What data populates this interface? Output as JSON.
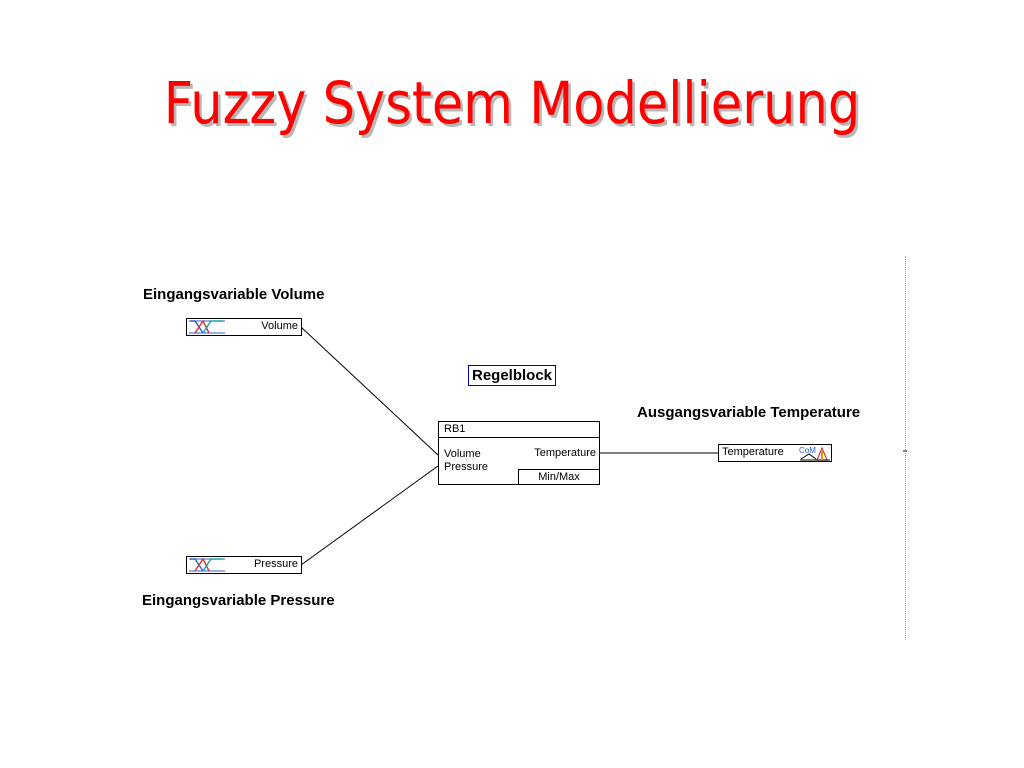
{
  "slide": {
    "title": "Fuzzy System Modellierung"
  },
  "diagram": {
    "caption_input_volume": "Eingangsvariable Volume",
    "caption_input_pressure": "Eingangsvariable Pressure",
    "caption_output": "Ausgangsvariable Temperature",
    "regelblock_label": "Regelblock",
    "input_volume": {
      "label": "Volume",
      "icon": "membership-function-icon"
    },
    "input_pressure": {
      "label": "Pressure",
      "icon": "membership-function-icon"
    },
    "rule_block": {
      "name": "RB1",
      "inputs": [
        "Volume",
        "Pressure"
      ],
      "output": "Temperature",
      "method": "Min/Max"
    },
    "output_temperature": {
      "label": "Temperature",
      "defuzz_label": "CoM",
      "icon": "defuzzification-icon"
    },
    "colors": {
      "title": "#ff0000",
      "title_shadow": "#b8b8b8",
      "regelblock_border": "#0000cc",
      "mf_red": "#e03030",
      "mf_blue": "#3060d0",
      "mf_cyan": "#20a0a0"
    }
  }
}
